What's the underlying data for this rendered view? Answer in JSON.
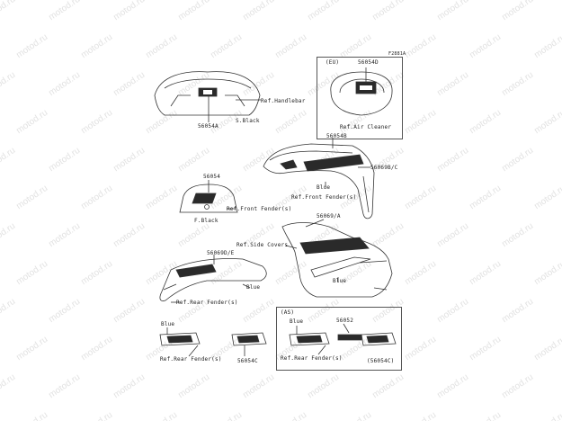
{
  "figure_code": "F2881A",
  "watermark_text": "motod.ru",
  "labels": {
    "part_56054A": "56054A",
    "ref_handlebar": "Ref.Handlebar",
    "color_s_black": "S.Black",
    "eu_tag": "(EU)",
    "part_56054D": "56054D",
    "ref_air_cleaner": "Ref.Air Cleaner",
    "part_56054B": "56054B",
    "part_56069B_C": "56069B/C",
    "color_blue_front": "Blue",
    "ref_front_fenders_right": "Ref.Front Fender(s)",
    "part_56054": "56054",
    "ref_front_fenders_left": "Ref.Front Fender(s)",
    "color_f_black": "F.Black",
    "part_56069_A": "56069/A",
    "ref_side_covers": "Ref.Side Covers",
    "part_56069D_E": "56069D/E",
    "color_blue_side": "Blue",
    "color_blue_rear": "Blue",
    "ref_rear_fenders_upper": "Ref.Rear Fender(s)",
    "color_blue_left_strip": "Blue",
    "ref_rear_fenders_left": "Ref.Rear Fender(s)",
    "part_56054C": "56054C",
    "as_tag": "(AS)",
    "color_blue_as": "Blue",
    "part_56052": "56052",
    "ref_rear_fenders_as": "Ref.Rear Fender(s)",
    "part_56054C_paren": "(56054C)"
  },
  "colors": {
    "line": "#333333",
    "watermark": "#e2e2e2",
    "decal_dark": "#2a2a2a"
  }
}
